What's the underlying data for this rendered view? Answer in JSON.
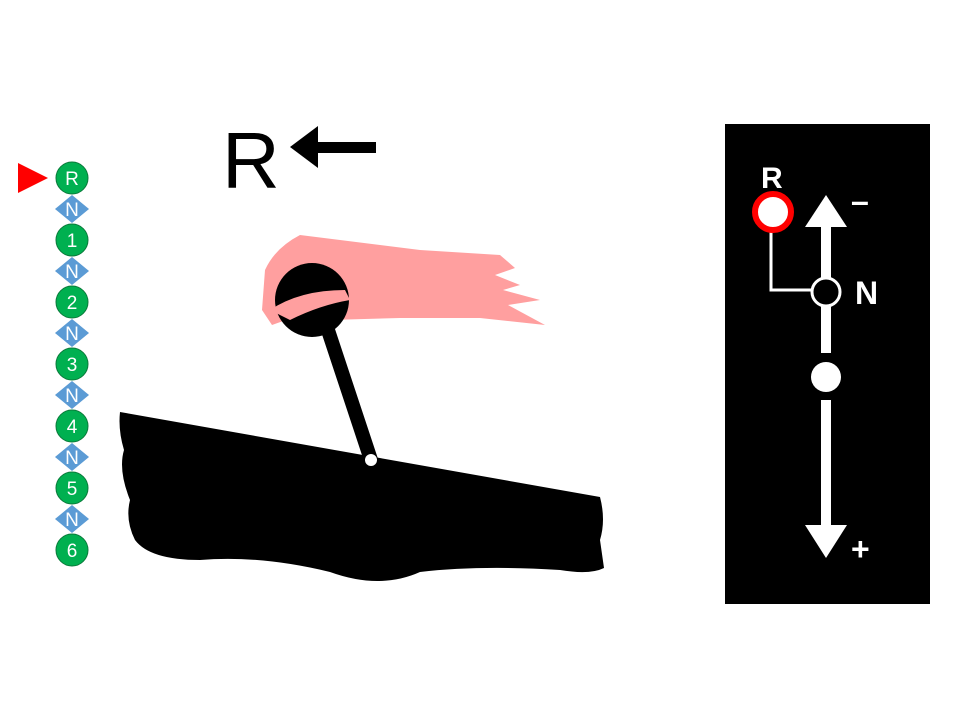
{
  "title": {
    "gear": "R"
  },
  "ladder": {
    "items": [
      {
        "label": "R",
        "type": "gear"
      },
      {
        "label": "N",
        "type": "neutral"
      },
      {
        "label": "1",
        "type": "gear"
      },
      {
        "label": "N",
        "type": "neutral"
      },
      {
        "label": "2",
        "type": "gear"
      },
      {
        "label": "N",
        "type": "neutral"
      },
      {
        "label": "3",
        "type": "gear"
      },
      {
        "label": "N",
        "type": "neutral"
      },
      {
        "label": "4",
        "type": "gear"
      },
      {
        "label": "N",
        "type": "neutral"
      },
      {
        "label": "5",
        "type": "gear"
      },
      {
        "label": "N",
        "type": "neutral"
      },
      {
        "label": "6",
        "type": "gear"
      }
    ],
    "selected_index": 0
  },
  "panel": {
    "reverse": "R",
    "neutral": "N",
    "minus": "–",
    "plus": "+"
  },
  "colors": {
    "gear": "#00B050",
    "neutral": "#5B9BD5",
    "pointer": "#FF0000",
    "hand": "#FF9F9F",
    "ring": "#FF0000"
  }
}
